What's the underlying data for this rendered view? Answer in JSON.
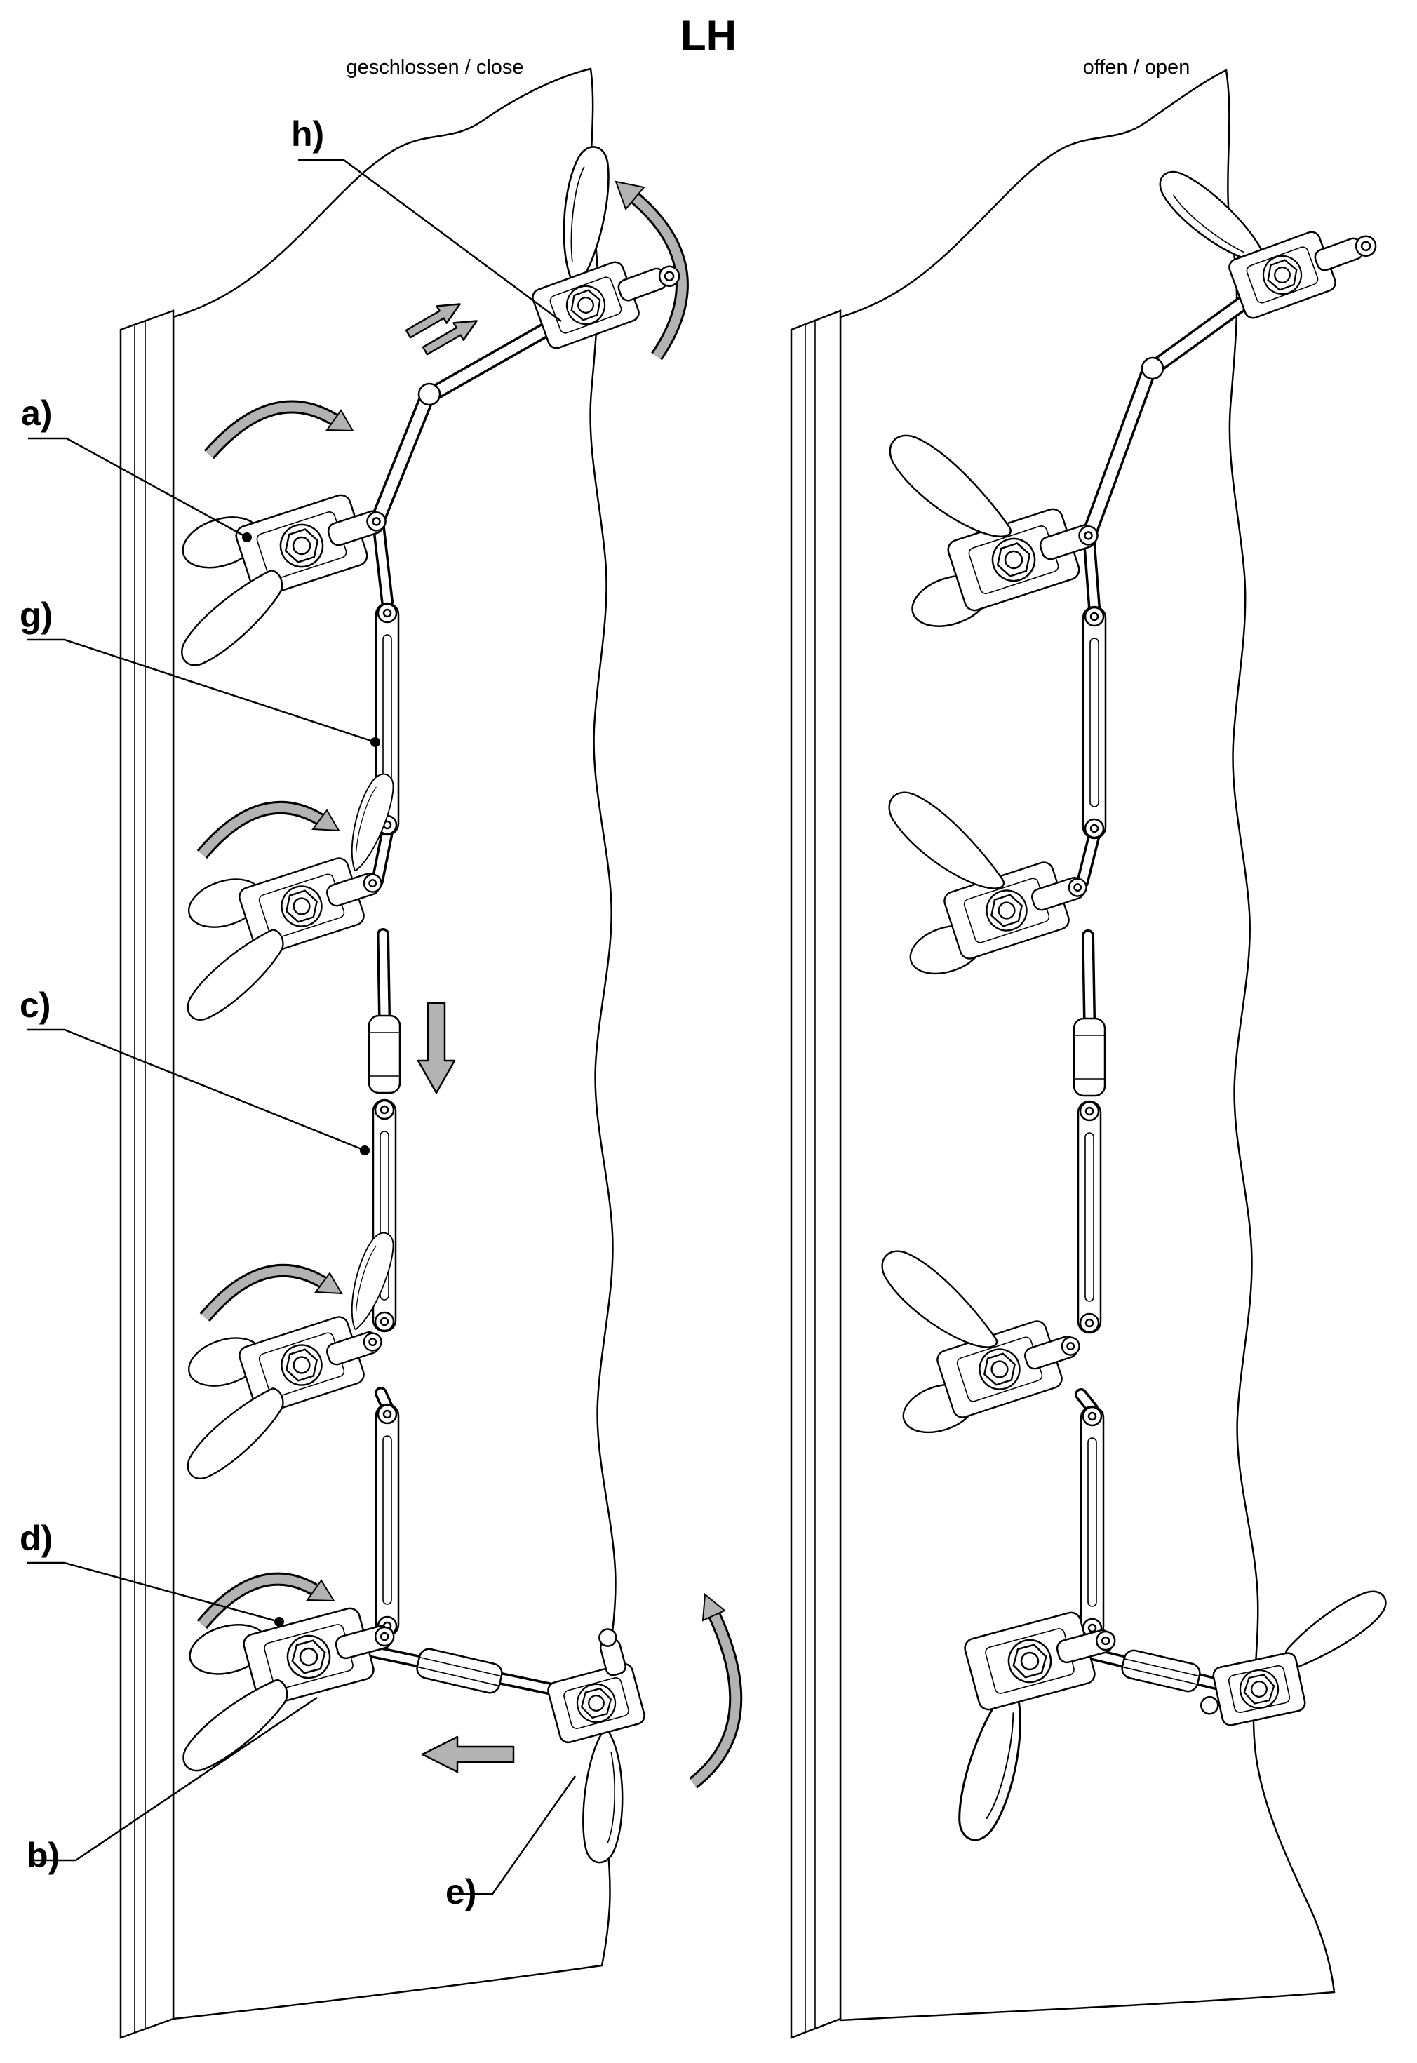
{
  "title": "LH",
  "figures": {
    "closed": {
      "caption": "geschlossen / close"
    },
    "open": {
      "caption": "offen / open"
    }
  },
  "callouts": {
    "a": "a)",
    "b": "b)",
    "c": "c)",
    "d": "d)",
    "e": "e)",
    "g": "g)",
    "h": "h)"
  },
  "colors": {
    "line": "#000000",
    "arrow": "#b3b3b3",
    "background": "#ffffff"
  }
}
